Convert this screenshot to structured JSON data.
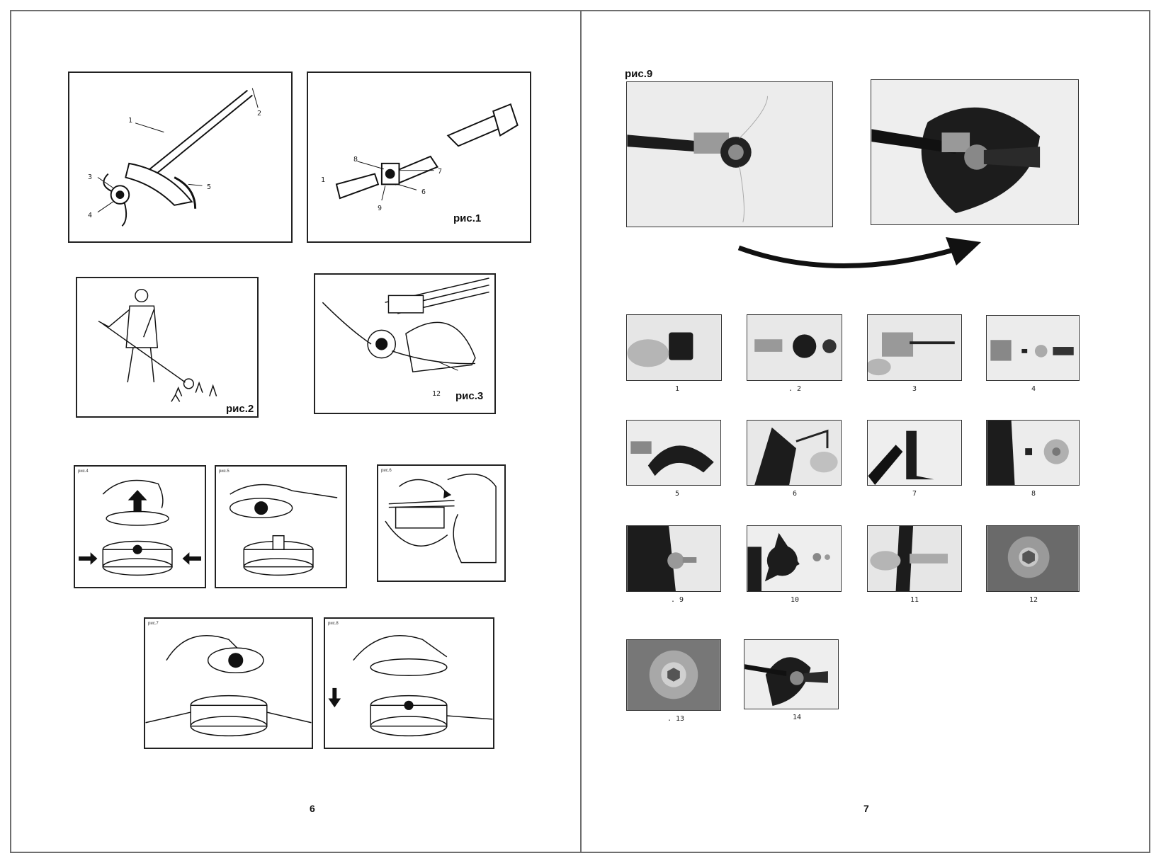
{
  "left_page": {
    "fig1": {
      "label": "рис.1",
      "callouts_a": [
        "1",
        "2",
        "3",
        "4",
        "5"
      ],
      "callouts_b": [
        "8",
        "7",
        "1",
        "6",
        "9"
      ]
    },
    "fig2": {
      "label": "рис.2"
    },
    "fig3": {
      "label": "рис.3",
      "callout": "12"
    },
    "fig4": {
      "label": "рис.4"
    },
    "fig5": {
      "label": "рис.5"
    },
    "fig6": {
      "label": "рис.6"
    },
    "fig7": {
      "label": "рис.7"
    },
    "fig8": {
      "label": "рис.8"
    },
    "page_number": "6"
  },
  "right_page": {
    "fig9": {
      "label": "рис.9"
    },
    "steps": [
      {
        "caption": "1"
      },
      {
        "caption": ". 2"
      },
      {
        "caption": "3"
      },
      {
        "caption": "4"
      },
      {
        "caption": "5"
      },
      {
        "caption": "6"
      },
      {
        "caption": "7"
      },
      {
        "caption": "8"
      },
      {
        "caption": ". 9"
      },
      {
        "caption": "10"
      },
      {
        "caption": "11"
      },
      {
        "caption": "12"
      },
      {
        "caption": ". 13"
      },
      {
        "caption": "14"
      }
    ],
    "page_number": "7"
  },
  "colors": {
    "border": "#6e6e6e",
    "ink": "#111111",
    "photo_bg": "#e6e6e6",
    "dark_part": "#1c1c1c"
  }
}
